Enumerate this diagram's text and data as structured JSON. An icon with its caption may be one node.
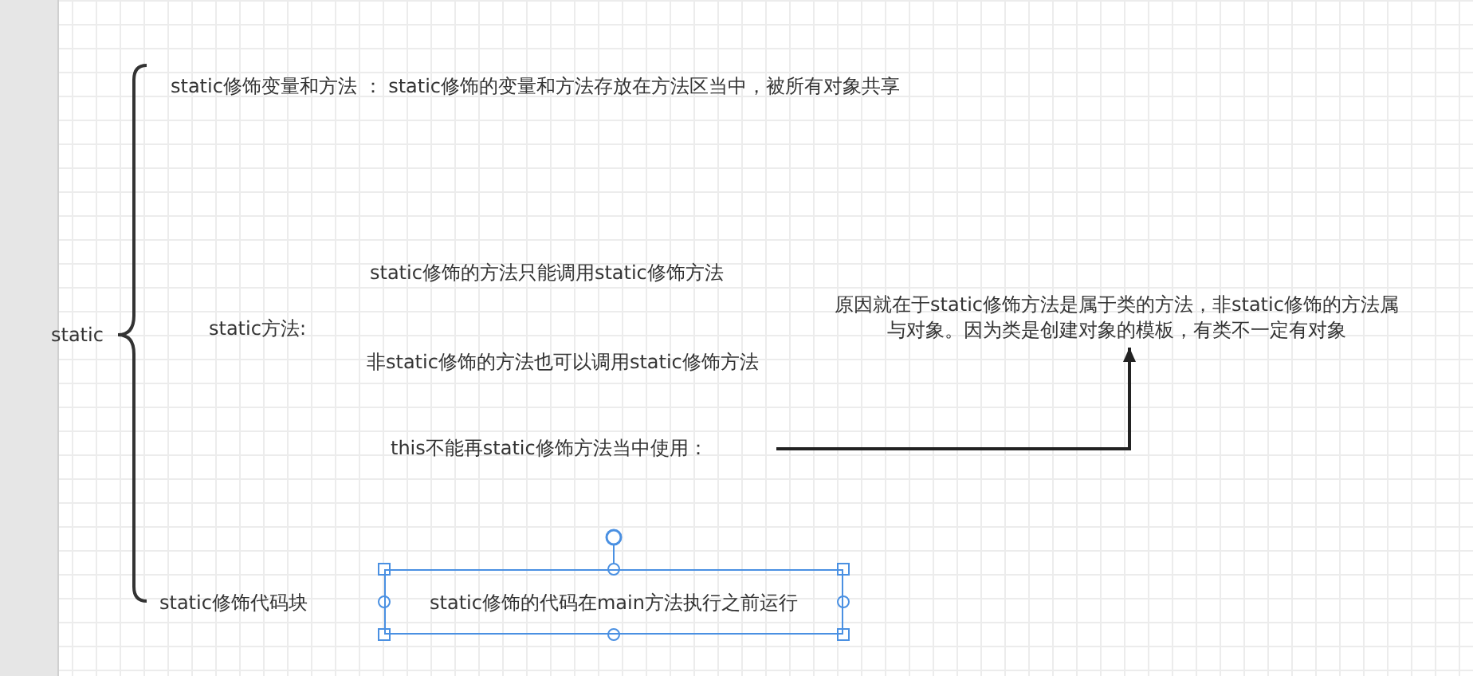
{
  "diagram": {
    "nodes": [
      {
        "text": [
          "this不能再static修饰方法当中使用："
        ]
      },
      {
        "text": [
          "原因就在于static修饰方法是属于类的方法，非static修饰的方法属与对象。因为类是创建对象的模板，有类不一定有对象"
        ]
      },
      {
        "text": [
          "static修饰的代码在main方法执行之前运行"
        ]
      }
    ],
    "edges": [
      {
        "from": 0,
        "to": 1,
        "arrow": "to"
      }
    ],
    "labels": [
      "static修饰变量和方法 ： static修饰的变量和方法存放在方法区当中，被所有对象共享",
      "static",
      "static修饰的方法只能调用static修饰方法",
      "static方法:",
      "非static修饰的方法也可以调用static修饰方法",
      "static修饰代码块"
    ]
  }
}
